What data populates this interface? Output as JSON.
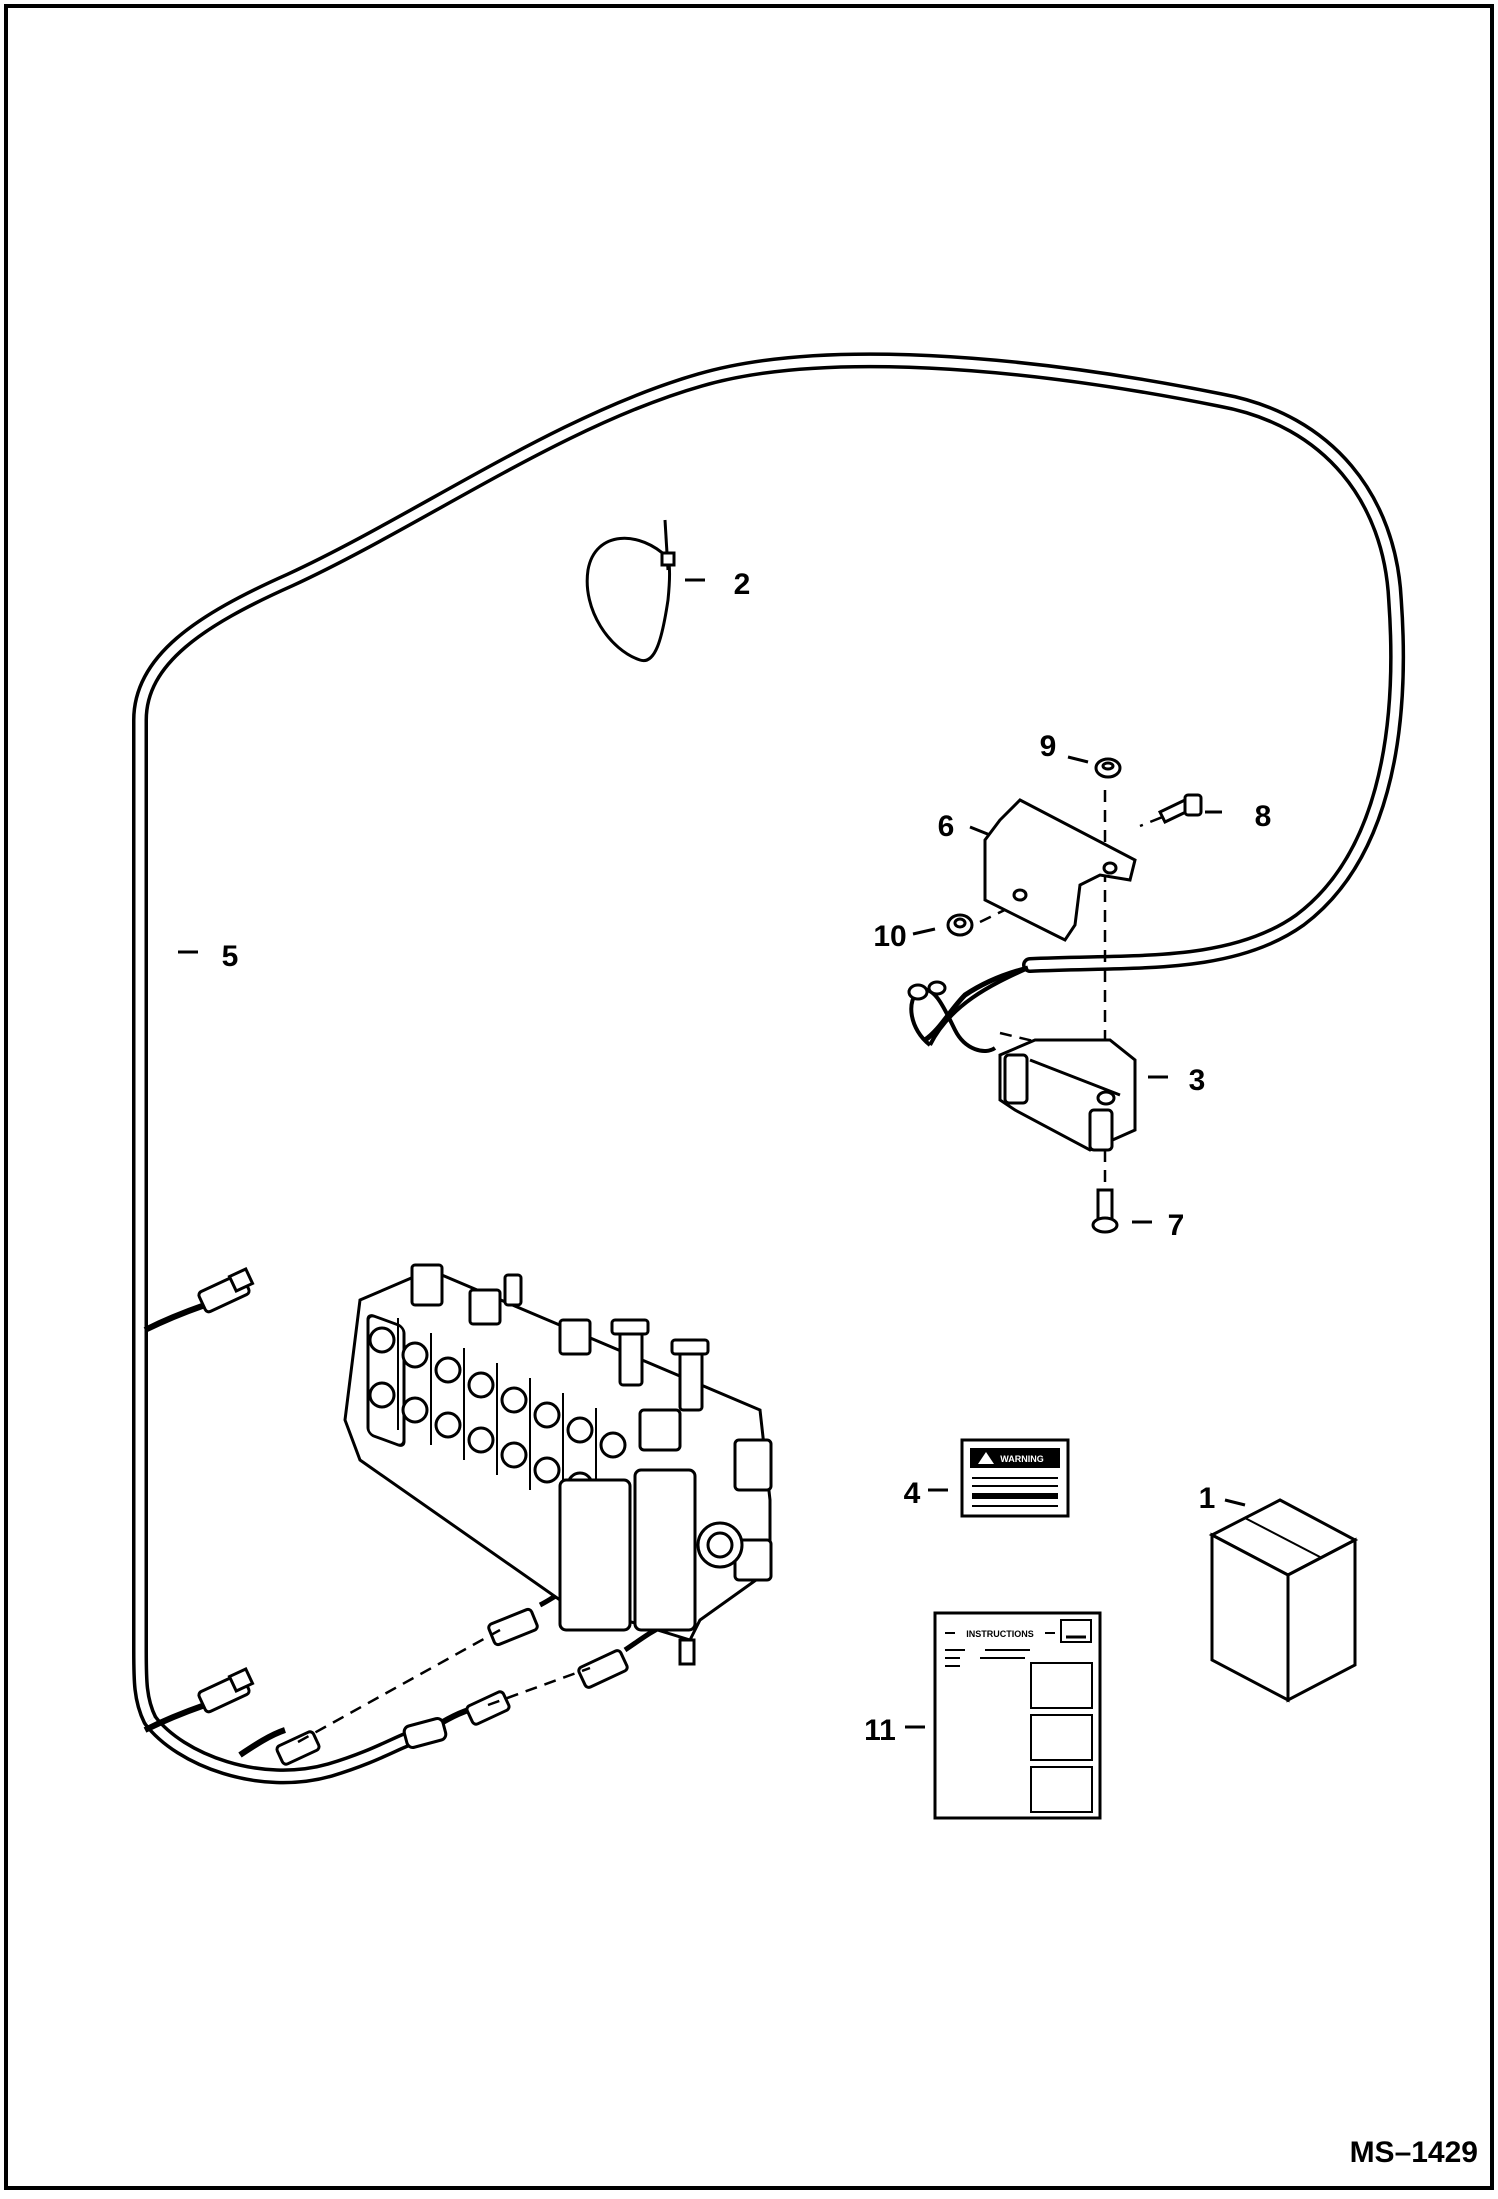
{
  "callouts": {
    "c1": "1",
    "c2": "2",
    "c3": "3",
    "c4": "4",
    "c5": "5",
    "c6": "6",
    "c7": "7",
    "c8": "8",
    "c9": "9",
    "c10": "10",
    "c11": "11"
  },
  "decal_text": "WARNING",
  "manual_title": "INSTRUCTIONS",
  "figure_id": "MS–1429"
}
